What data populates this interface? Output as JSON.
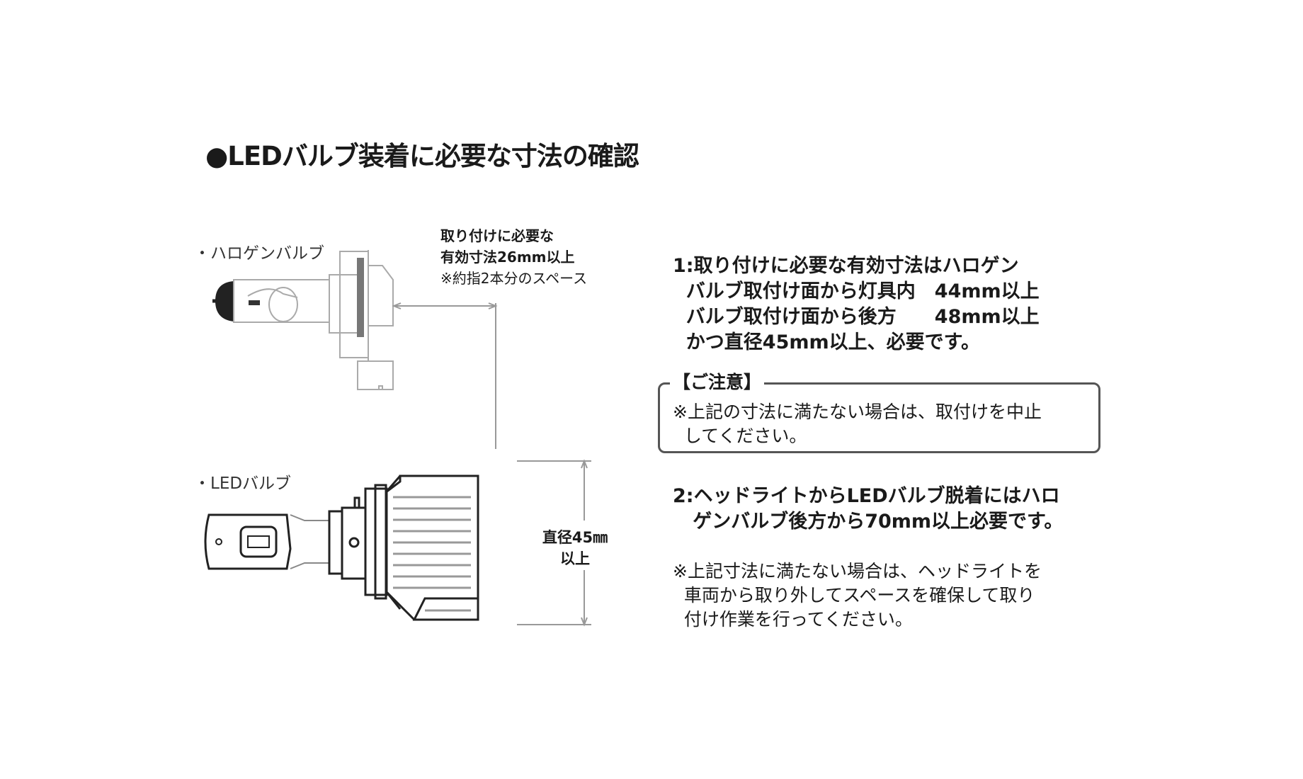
{
  "title": "●LEDバルブ装着に必要な寸法の確認",
  "labels": {
    "halogen": "・ハロゲンバルブ",
    "led": "・LEDバルブ"
  },
  "dimension_note": [
    "取り付けに必要な",
    "有効寸法26mm以上",
    "※約指2本分のスペース"
  ],
  "diameter_note": [
    "直径45㎜",
    "以上"
  ],
  "item1": [
    "1:取り付けに必要な有効寸法はハロゲン",
    "  バルブ取付け面から灯具内　44mm以上",
    "  バルブ取付け面から後方　　48mm以上",
    "  かつ直径45mm以上、必要です。"
  ],
  "notice": {
    "label": "【ご注意】",
    "lines": [
      "※上記の寸法に満たない場合は、取付けを中止",
      "  してください。"
    ]
  },
  "item2": [
    "2:ヘッドライトからLEDバルブ脱着にはハロ",
    "   ゲンバルブ後方から70mm以上必要です。"
  ],
  "note": [
    "※上記寸法に満たない場合は、ヘッドライトを",
    "  車両から取り外してスペースを確保して取り",
    "  付け作業を行ってください。"
  ]
}
